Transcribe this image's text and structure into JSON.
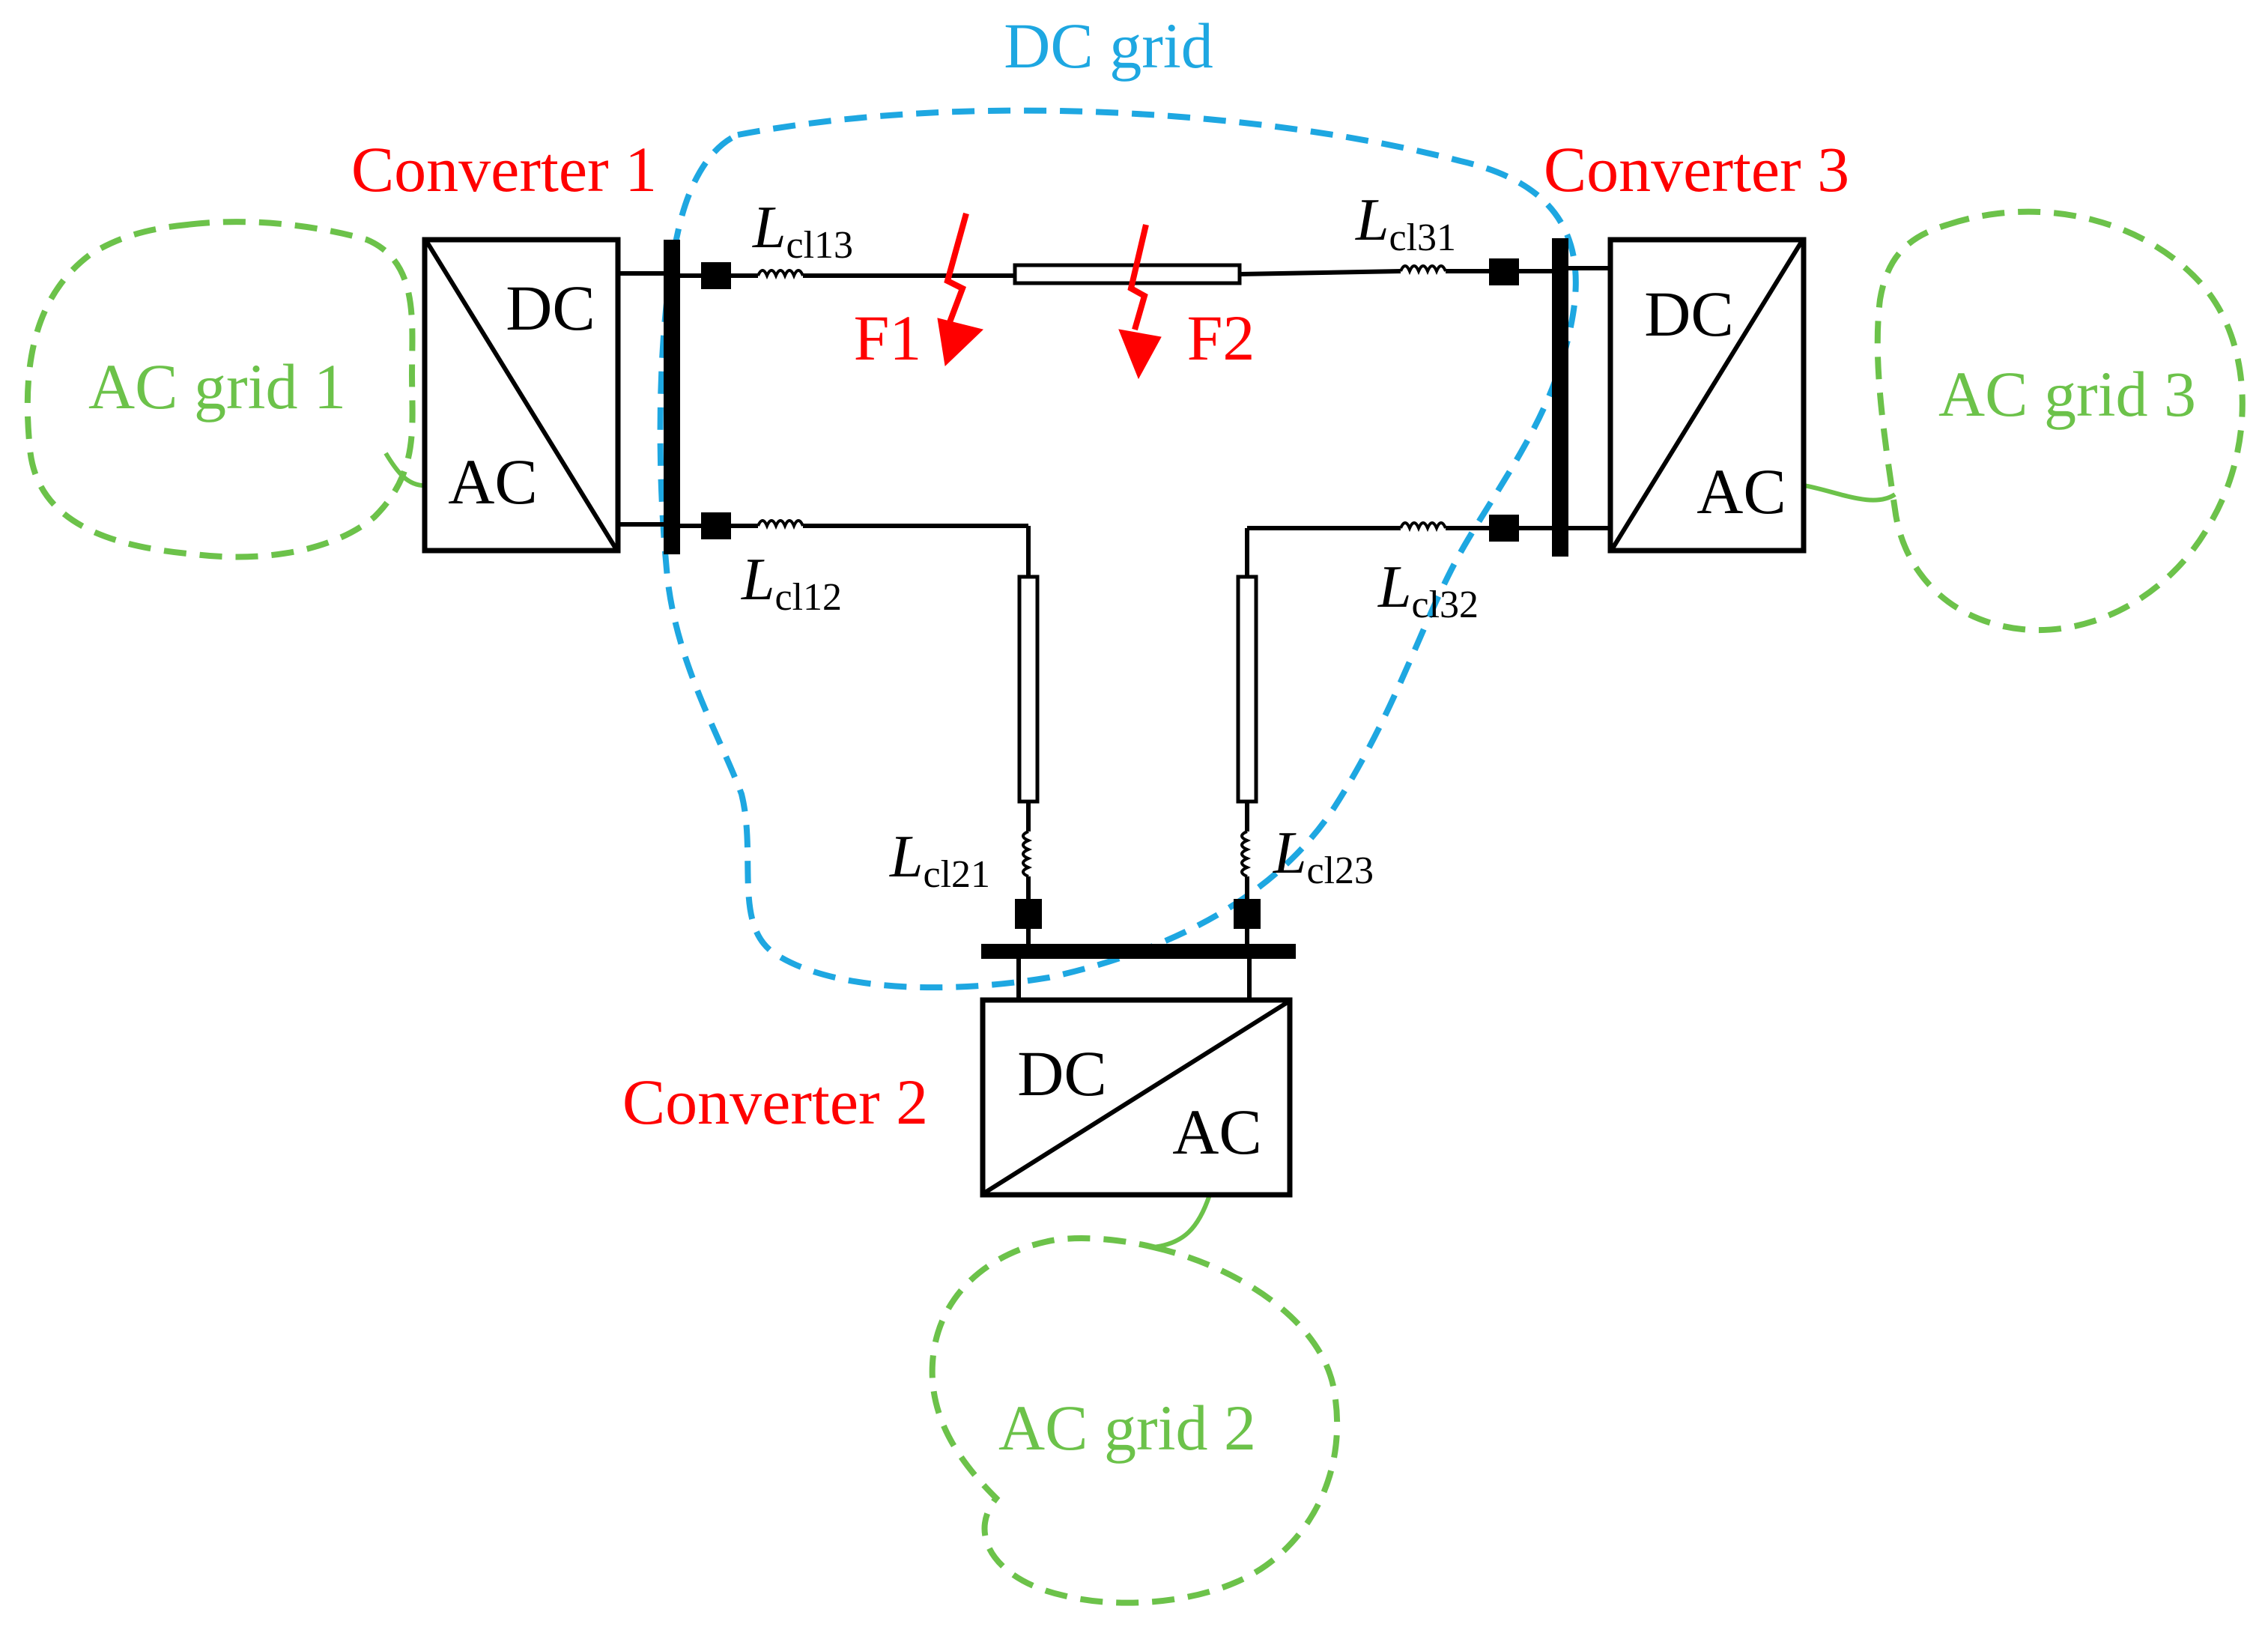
{
  "dc_grid": {
    "label": "DC grid"
  },
  "converters": [
    {
      "label": "Converter 1",
      "dc": "DC",
      "ac": "AC"
    },
    {
      "label": "Converter 2",
      "dc": "DC",
      "ac": "AC"
    },
    {
      "label": "Converter 3",
      "dc": "DC",
      "ac": "AC"
    }
  ],
  "ac_grids": [
    {
      "label": "AC grid 1"
    },
    {
      "label": "AC grid 2"
    },
    {
      "label": "AC grid 3"
    }
  ],
  "inductors": [
    {
      "main": "L",
      "sub": "cl13"
    },
    {
      "main": "L",
      "sub": "cl12"
    },
    {
      "main": "L",
      "sub": "cl31"
    },
    {
      "main": "L",
      "sub": "cl32"
    },
    {
      "main": "L",
      "sub": "cl21"
    },
    {
      "main": "L",
      "sub": "cl23"
    }
  ],
  "faults": [
    {
      "label": "F1"
    },
    {
      "label": "F2"
    }
  ],
  "colors": {
    "converter_label": "#ff0000",
    "ac_grid": "#6cc24a",
    "dc_grid": "#1ea7e1",
    "fault": "#ff0000",
    "wiring": "#000000"
  }
}
